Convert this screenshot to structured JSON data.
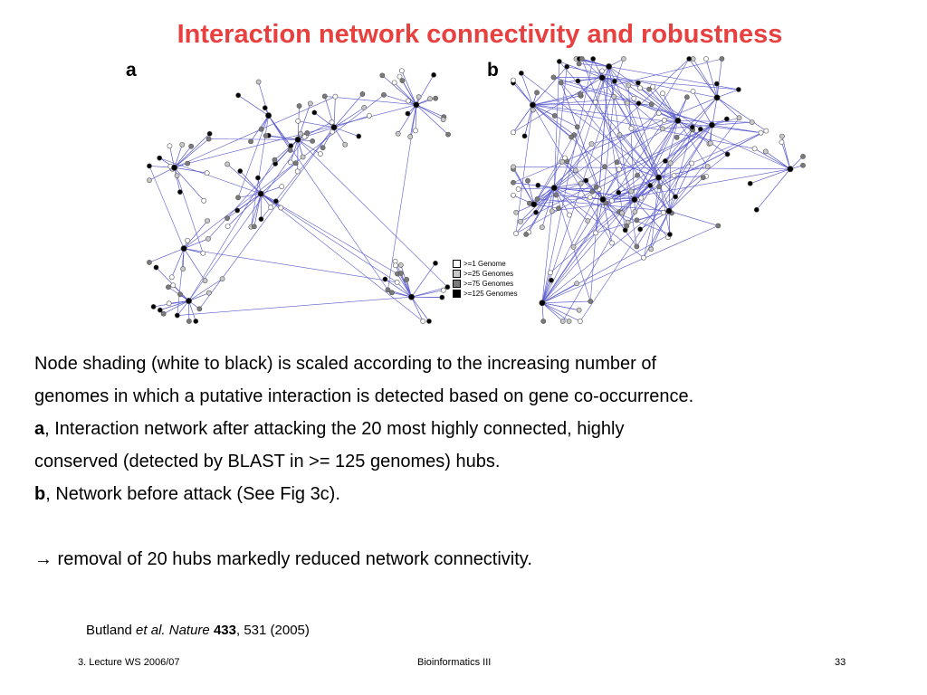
{
  "slide": {
    "title": "Interaction network connectivity and robustness",
    "panel_a_label": "a",
    "panel_b_label": "b"
  },
  "legend": [
    {
      "label": ">=1 Genome",
      "color": "#ffffff"
    },
    {
      "label": ">=25 Genomes",
      "color": "#c8c8c8"
    },
    {
      "label": ">=75 Genomes",
      "color": "#7a7a7a"
    },
    {
      "label": ">=125 Genomes",
      "color": "#000000"
    }
  ],
  "body": {
    "line1": "Node shading (white to black) is scaled according to the increasing number of",
    "line2": "genomes in which a putative interaction is detected based on gene co-occurrence.",
    "a_bold": "a",
    "a_text": ", Interaction network after attacking the 20 most highly connected, highly",
    "line4": "conserved (detected by BLAST in >= 125 genomes) hubs.",
    "b_bold": "b",
    "b_text": ", Network before attack (See Fig 3c).",
    "arrow": "→",
    "conclusion": " removal of 20 hubs markedly reduced network connectivity."
  },
  "citation": {
    "author": "Butland ",
    "etal": "et al.",
    "journal": " Nature",
    "volume": "433",
    "rest": ", 531 (2005)"
  },
  "footer": {
    "left": "3. Lecture WS 2006/07",
    "center": "Bioinformatics III",
    "right": "33"
  },
  "colors": {
    "title": "#e8403f",
    "edge": "#5a5acd",
    "node_stroke": "#555555"
  }
}
